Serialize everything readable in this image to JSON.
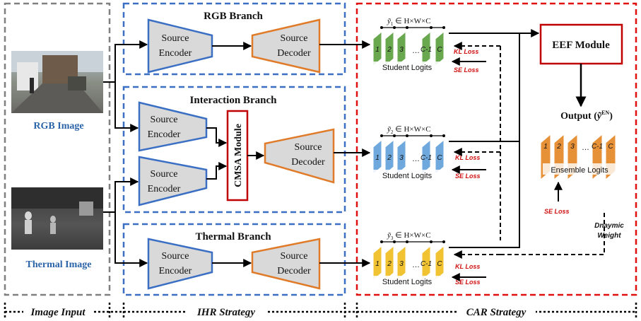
{
  "input": {
    "rgb_caption": "RGB Image",
    "thermal_caption": "Thermal Image"
  },
  "branches": {
    "rgb": {
      "title": "RGB Branch",
      "encoder": [
        "Source",
        "Encoder"
      ],
      "decoder": [
        "Source",
        "Decoder"
      ]
    },
    "interaction": {
      "title": "Interaction Branch",
      "encoder": [
        "Source",
        "Encoder"
      ],
      "decoder": [
        "Source",
        "Decoder"
      ],
      "fusion": "CMSA Module"
    },
    "thermal": {
      "title": "Thermal Branch",
      "encoder": [
        "Source",
        "Encoder"
      ],
      "decoder": [
        "Source",
        "Decoder"
      ]
    }
  },
  "car": {
    "logits": [
      {
        "formula_sub": "1",
        "label": "Student Logits",
        "color": "#6aa84f"
      },
      {
        "formula_sub": "2",
        "label": "Student Logits",
        "color": "#6fa8dc"
      },
      {
        "formula_sub": "3",
        "label": "Student Logits",
        "color": "#f1c232"
      }
    ],
    "formula_rest": " ∈ H×W×C",
    "slices": [
      "1",
      "2",
      "3",
      "C-1",
      "C"
    ],
    "ellipsis": "…",
    "kl_loss": "KL Loss",
    "se_loss": "SE Loss",
    "eef_module": "EEF Module",
    "output_label": "Output (",
    "output_symbol": "ỹ",
    "output_sup": "EN",
    "output_close": ")",
    "ensemble_label": "Ensemble Logits",
    "ensemble_color": "#e69138",
    "dynamic_weight": [
      "Dnaymic",
      "Weight"
    ]
  },
  "strategies": {
    "image_input": "Image Input",
    "ihr": "IHR Strategy",
    "car": "CAR Strategy"
  },
  "colors": {
    "input_box": "#808080",
    "branch_box": "#3a6fc4",
    "car_box": "#e01010",
    "encoder_stroke": "#3a6fc4",
    "decoder_stroke": "#e07b2a",
    "module_fill": "#d9d9d9"
  }
}
